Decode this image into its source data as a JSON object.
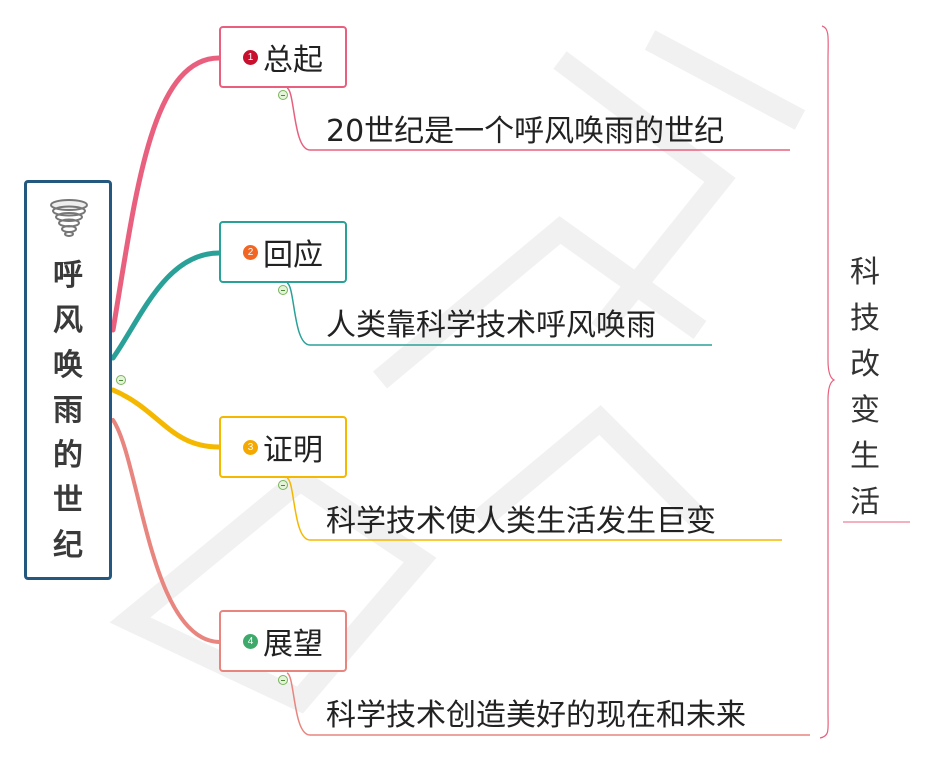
{
  "root": {
    "title_chars": [
      "呼",
      "风",
      "唤",
      "雨",
      "的",
      "世",
      "纪"
    ],
    "title": "呼风唤雨的世纪",
    "icon": "tornado-icon",
    "border_color": "#25587e"
  },
  "branches": [
    {
      "index": "1",
      "label": "总起",
      "color": "#e8607e",
      "badge_color": "#c8102e",
      "leaf": "20世纪是一个呼风唤雨的世纪"
    },
    {
      "index": "2",
      "label": "回应",
      "color": "#2aa198",
      "badge_color": "#f26522",
      "leaf": "人类靠科学技术呼风唤雨"
    },
    {
      "index": "3",
      "label": "证明",
      "color": "#f5b800",
      "badge_color": "#f5a800",
      "leaf": "科学技术使人类生活发生巨变"
    },
    {
      "index": "4",
      "label": "展望",
      "color": "#e8857e",
      "badge_color": "#3daa6b",
      "leaf": "科学技术创造美好的现在和未来"
    }
  ],
  "summary": {
    "chars": [
      "科",
      "技",
      "改",
      "变",
      "生",
      "活"
    ],
    "text": "科技改变生活",
    "brace_color": "#e8607e"
  },
  "icons": {
    "collapse": "collapse-minus-icon"
  }
}
